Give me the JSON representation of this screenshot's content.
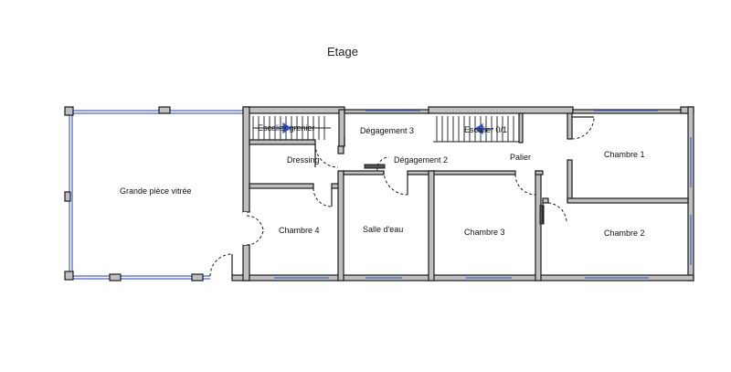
{
  "title": "Etage",
  "rooms": {
    "grande_piece": "Grande pièce vitrée",
    "escalier_grenier": "Escalier grenier",
    "degagement3": "Dégagement 3",
    "escalier_01": "Escalier 0/1",
    "dressing": "Dressing",
    "degagement2": "Dégagement 2",
    "palier": "Palier",
    "chambre1": "Chambre 1",
    "chambre4": "Chambre 4",
    "salle_deau": "Salle d'eau",
    "chambre3": "Chambre 3",
    "chambre2": "Chambre 2"
  },
  "colors": {
    "wall": "#bfbfbf",
    "window": "#4a63c6",
    "stair_arrow": "#3355cc"
  }
}
